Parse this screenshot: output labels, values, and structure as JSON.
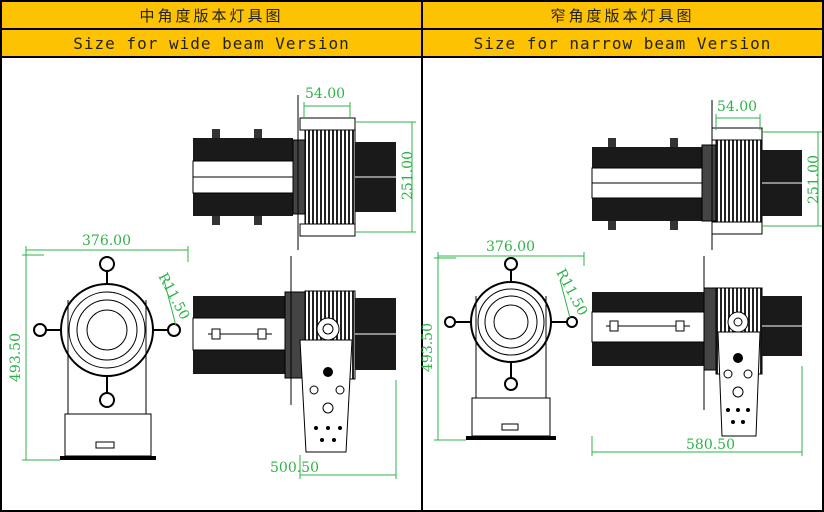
{
  "headers": {
    "left_cn": "中角度版本灯具图",
    "right_cn": "窄角度版本灯具图",
    "left_en": "Size for wide beam Version",
    "right_en": "Size for narrow beam Version"
  },
  "dims_left": {
    "top_width": "54.00",
    "top_height": "251.00",
    "front_width": "376.00",
    "front_height": "493.50",
    "radius": "R11.50",
    "side_length": "500.50"
  },
  "dims_right": {
    "top_width": "54.00",
    "top_height": "251.00",
    "front_width": "376.00",
    "front_height": "493.50",
    "radius": "R11.50",
    "side_length": "580.50"
  },
  "colors": {
    "header_bg": "#fdc201",
    "dimension": "#2db34a",
    "line": "#000000"
  }
}
